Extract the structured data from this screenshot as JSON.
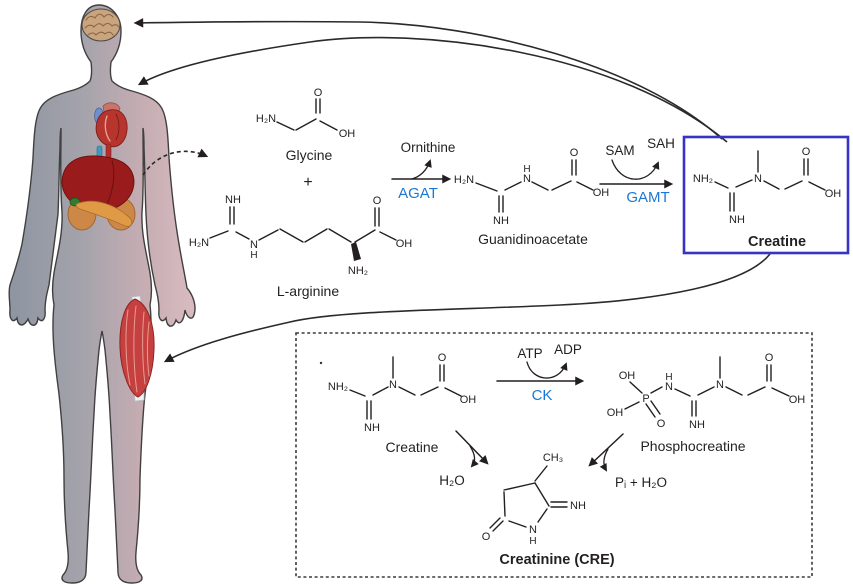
{
  "atoms": {
    "o": "O",
    "oh": "OH",
    "n": "N",
    "h": "H",
    "nh": "NH",
    "h2n": "H₂N",
    "nh2": "NH₂",
    "ch3": "CH₃",
    "p": "P"
  },
  "labels": {
    "glycine": "Glycine",
    "plus": "+",
    "l_arginine": "L-arginine",
    "guanidinoacetate": "Guanidinoacetate",
    "creatine": "Creatine",
    "phosphocreatine": "Phosphocreatine",
    "creatinine": "Creatinine (CRE)"
  },
  "enzymes": {
    "agat": "AGAT",
    "gamt": "GAMT",
    "ck": "CK"
  },
  "cofactors": {
    "ornithine": "Ornithine",
    "sam": "SAM",
    "sah": "SAH",
    "atp": "ATP",
    "adp": "ADP"
  },
  "byproducts": {
    "h2o": "H₂O",
    "pi_h2o": "Pᵢ + H₂O"
  },
  "icons": {
    "body": "human-body-icon",
    "brain": "brain-icon",
    "heart": "heart-icon",
    "liver": "liver-icon",
    "pancreas": "pancreas-icon",
    "kidneys": "kidneys-icon",
    "muscle": "skeletal-muscle-icon"
  },
  "colors": {
    "enzyme_blue": "#1b78d2",
    "creatine_box_blue": "#3733c7",
    "line_black": "#231f20"
  }
}
